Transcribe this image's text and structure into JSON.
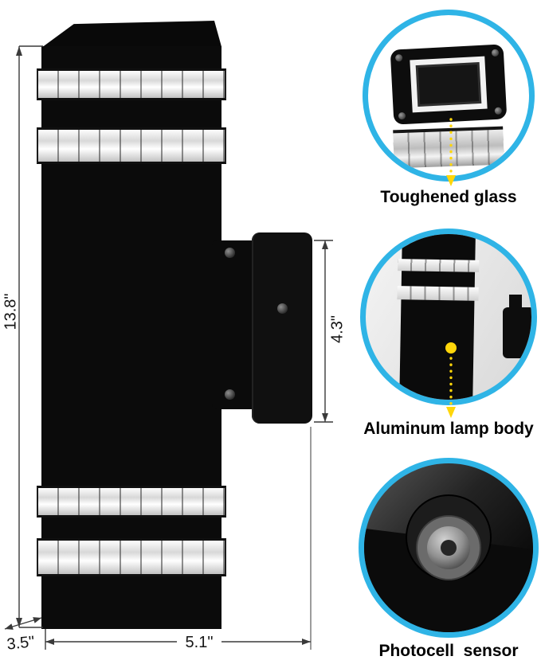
{
  "dimensions": {
    "height": "13.8\"",
    "bracket_height": "4.3\"",
    "width": "5.1\"",
    "depth": "3.5\""
  },
  "callouts": [
    {
      "id": "toughened-glass",
      "label": "Toughened glass"
    },
    {
      "id": "aluminum-lamp-body",
      "label": "Aluminum lamp body"
    },
    {
      "id": "photocell-sensor",
      "label": "Photocell  sensor"
    }
  ],
  "colors": {
    "callout_ring": "#2fb4e6",
    "connector_yellow": "#ffd60a",
    "dimension_line": "#3a3a3a",
    "lamp_black": "#0b0b0b"
  }
}
